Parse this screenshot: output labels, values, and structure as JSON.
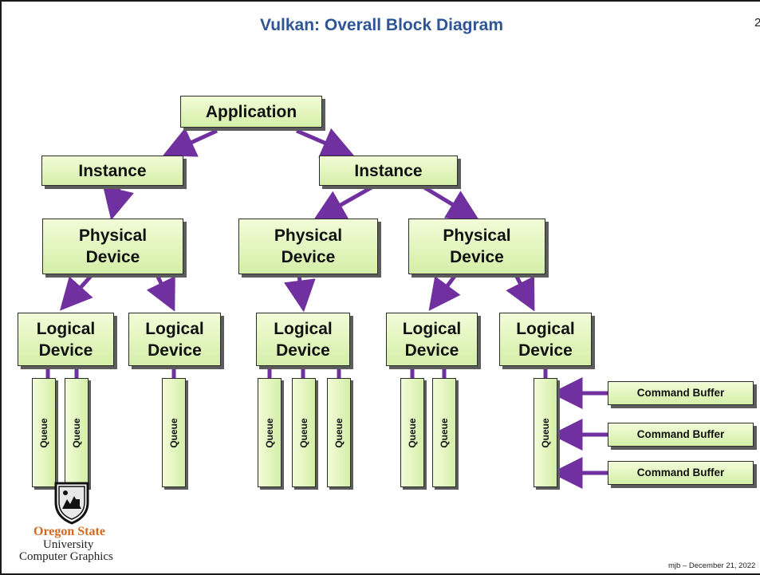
{
  "title": "Vulkan: Overall Block Diagram",
  "slide_number": "2",
  "nodes": {
    "application": "Application",
    "instance": "Instance",
    "physical_device": [
      "Physical",
      "Device"
    ],
    "logical_device": [
      "Logical",
      "Device"
    ],
    "queue": "Queue",
    "command_buffer": "Command Buffer"
  },
  "logo": {
    "name": "Oregon State",
    "line2": "University",
    "line3": "Computer Graphics"
  },
  "footer": "mjb – December 21, 2022",
  "colors": {
    "title": "#2e5596",
    "box_fill_top": "#f2fcd8",
    "box_fill_bottom": "#d4efa8",
    "arrow": "#7030a0",
    "logo_text": "#d2691e"
  }
}
